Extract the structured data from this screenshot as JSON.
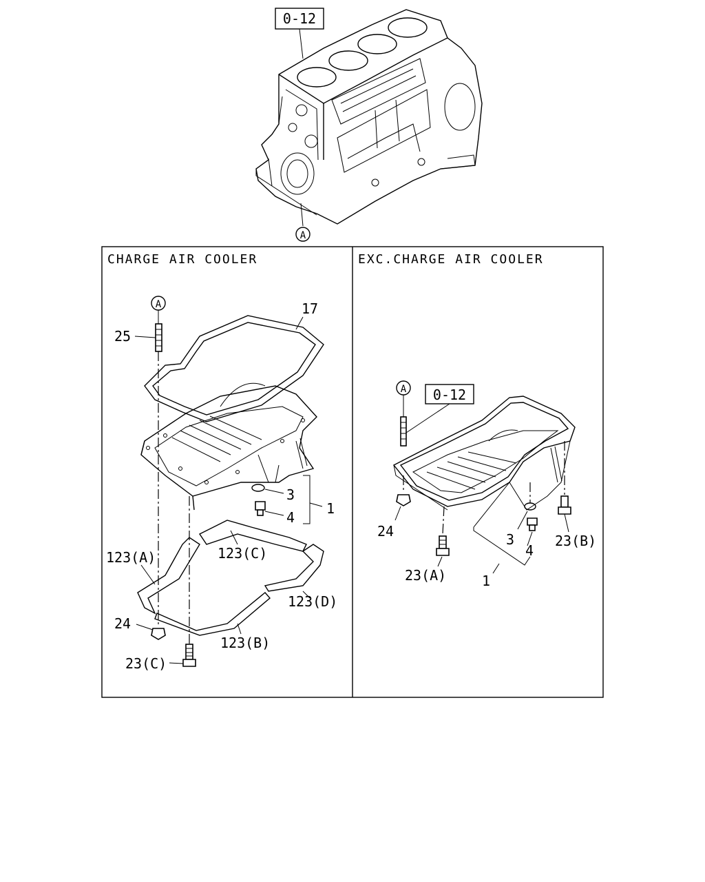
{
  "reference": {
    "ref_top": "0-12",
    "ref_right": "0-12"
  },
  "marker": "A",
  "panels": {
    "left_header": "CHARGE AIR COOLER",
    "right_header": "EXC.CHARGE AIR COOLER"
  },
  "left_labels": {
    "p17": "17",
    "p25": "25",
    "p3": "3",
    "p4": "4",
    "p1": "1",
    "p123a": "123(A)",
    "p123c": "123(C)",
    "p123d": "123(D)",
    "p123b": "123(B)",
    "p24": "24",
    "p23c": "23(C)"
  },
  "right_labels": {
    "p24": "24",
    "p3": "3",
    "p4": "4",
    "p1": "1",
    "p23a": "23(A)",
    "p23b": "23(B)"
  }
}
